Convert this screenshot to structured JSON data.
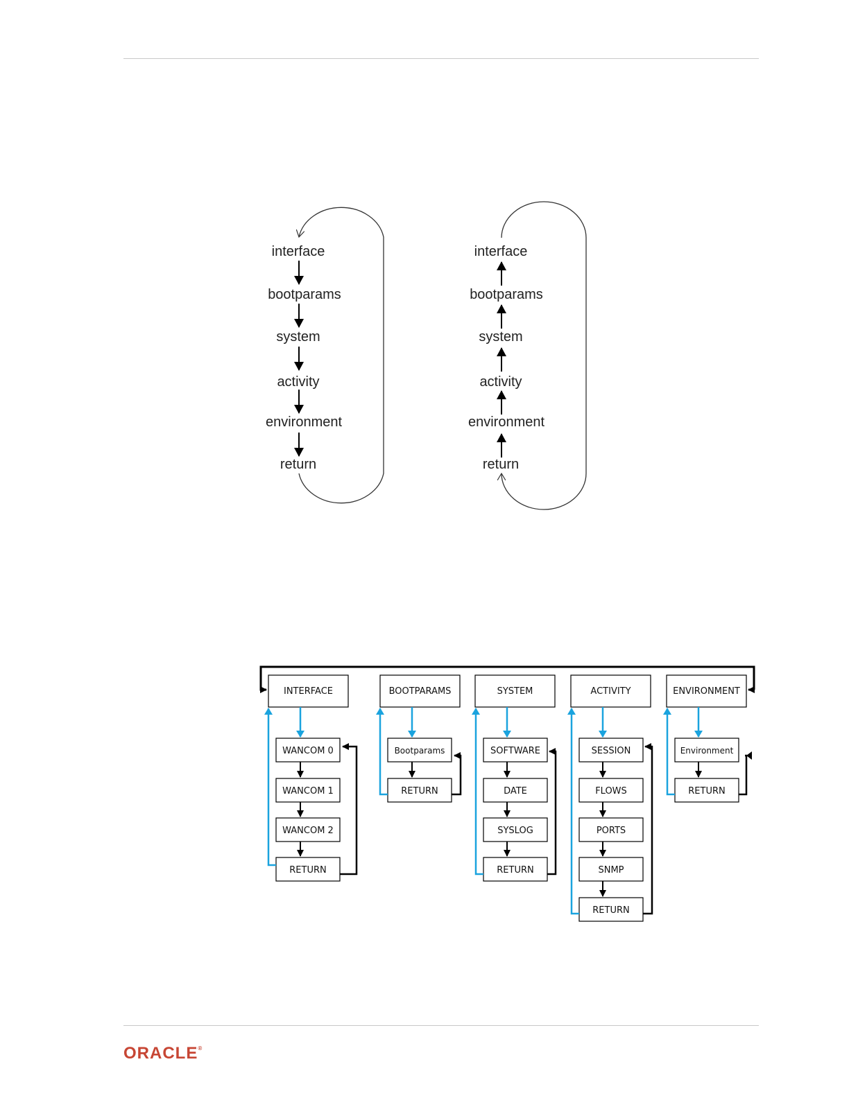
{
  "cycle_down": {
    "items": [
      "interface",
      "bootparams",
      "system",
      "activity",
      "environment",
      "return"
    ]
  },
  "cycle_up": {
    "items": [
      "interface",
      "bootparams",
      "system",
      "activity",
      "environment",
      "return"
    ]
  },
  "menu_tree": {
    "columns": [
      {
        "header": "INTERFACE",
        "items": [
          "WANCOM 0",
          "WANCOM 1",
          "WANCOM 2",
          "RETURN"
        ]
      },
      {
        "header": "BOOTPARAMS",
        "items": [
          "Bootparams",
          "RETURN"
        ]
      },
      {
        "header": "SYSTEM",
        "items": [
          "SOFTWARE",
          "DATE",
          "SYSLOG",
          "RETURN"
        ]
      },
      {
        "header": "ACTIVITY",
        "items": [
          "SESSION",
          "FLOWS",
          "PORTS",
          "SNMP",
          "RETURN"
        ]
      },
      {
        "header": "ENVIRONMENT",
        "items": [
          "Environment",
          "RETURN"
        ]
      }
    ],
    "colors": {
      "blue_arrow": "#1aa3de",
      "black_arrow": "#000000"
    }
  },
  "footer": {
    "logo": "ORACLE",
    "logo_mark": "®",
    "logo_color": "#c74634"
  }
}
